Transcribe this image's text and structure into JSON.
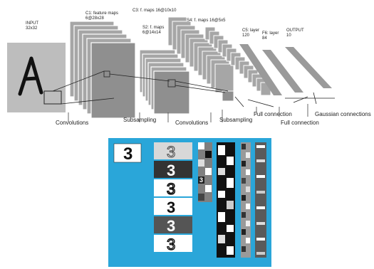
{
  "top_labels": {
    "input": "INPUT",
    "input_size": "32x32",
    "c1": "C1: feature maps",
    "c1_size": "6@28x28",
    "s2": "S2: f. maps",
    "s2_size": "6@14x14",
    "c3": "C3: f. maps 16@10x10",
    "s4": "S4: f. maps 16@5x5",
    "c5": "C5: layer",
    "c5_size": "120",
    "f6": "F6: layer",
    "f6_size": "84",
    "output": "OUTPUT",
    "output_size": "10"
  },
  "bottom_labels": {
    "convolutions_1": "Convolutions",
    "subsampling_1": "Subsampling",
    "convolutions_2": "Convolutions",
    "subsampling_2": "Subsampling",
    "full_connection_1": "Full connection",
    "full_connection_2": "Full connection",
    "gaussian_connections": "Gaussian connections"
  },
  "glyphs": {
    "input_letter": "A",
    "panel_digit": "3"
  },
  "colors": {
    "panel_background": "#2aa6d9",
    "map_fill": "#a6a6a6",
    "map_edge": "#ffffff",
    "digit_dark": "#111111"
  }
}
